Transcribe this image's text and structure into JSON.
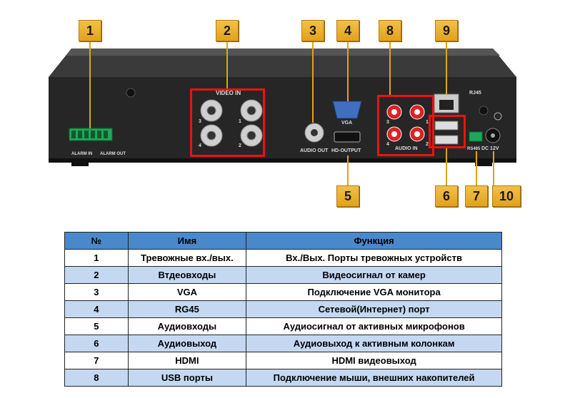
{
  "figure": {
    "callouts": [
      "1",
      "2",
      "3",
      "4",
      "8",
      "9",
      "5",
      "6",
      "7",
      "10"
    ],
    "panel_labels": {
      "video_in": "VIDEO IN",
      "audio_out": "AUDIO OUT",
      "vga": "VGA",
      "hd_output": "HD-OUTPUT",
      "audio_in": "AUDIO IN",
      "rj45": "RJ45",
      "dc": "DC 12V",
      "rs485": "RS485",
      "alarm_in": "ALARM IN",
      "alarm_out": "ALARM OUT",
      "bnc_1": "1",
      "bnc_2": "2",
      "bnc_3": "3",
      "bnc_4": "4",
      "rca_1": "1",
      "rca_2": "2",
      "rca_3": "3",
      "rca_4": "4"
    },
    "colors": {
      "highlight": "#e11111",
      "callout": "#e8aa22",
      "chassis": "#2b2b2b"
    }
  },
  "table": {
    "headers": [
      "№",
      "Имя",
      "Функция"
    ],
    "rows": [
      [
        "1",
        "Тревожные вх./вых.",
        "Вх./Вых. Порты тревожных устройств"
      ],
      [
        "2",
        "Втдеовходы",
        "Видеосигнал от камер"
      ],
      [
        "3",
        "VGA",
        "Подключение VGA монитора"
      ],
      [
        "4",
        "RG45",
        "Сетевой(Интернет) порт"
      ],
      [
        "5",
        "Аудиовходы",
        "Аудиосигнал от активных микрофонов"
      ],
      [
        "6",
        "Аудиовыход",
        "Аудиовыход к активным колонкам"
      ],
      [
        "7",
        "HDMI",
        "HDMI видеовыход"
      ],
      [
        "8",
        "USB порты",
        "Подключение мыши, внешних накопителей"
      ]
    ],
    "colors": {
      "header": "#4a88cc",
      "alt_row": "#c4d8f2"
    }
  }
}
